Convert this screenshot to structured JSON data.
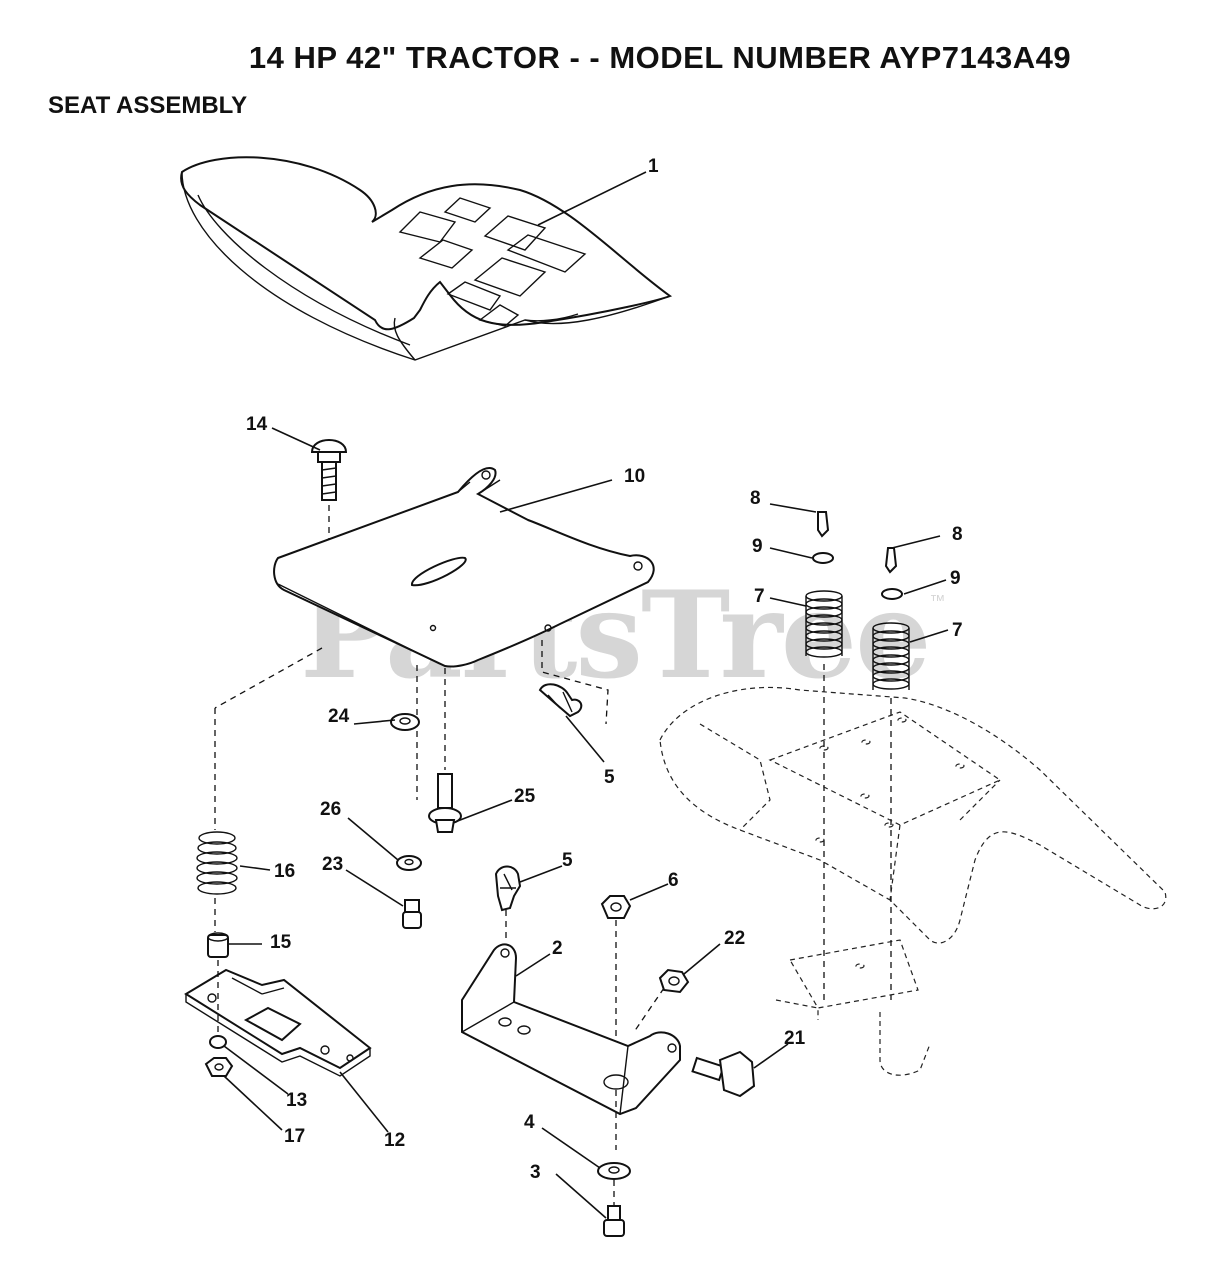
{
  "header": {
    "title": "14 HP 42\" TRACTOR - - MODEL NUMBER AYP7143A49",
    "subtitle": "SEAT ASSEMBLY"
  },
  "watermark": {
    "text": "PartsTree",
    "mark": "™"
  },
  "callouts": [
    "1",
    "14",
    "10",
    "8",
    "9",
    "8",
    "7",
    "9",
    "7",
    "24",
    "5",
    "25",
    "26",
    "16",
    "23",
    "5",
    "6",
    "22",
    "15",
    "2",
    "21",
    "13",
    "17",
    "12",
    "4",
    "3"
  ],
  "colors": {
    "ink": "#111111",
    "watermark": "#d6d6d6",
    "background": "#ffffff"
  }
}
